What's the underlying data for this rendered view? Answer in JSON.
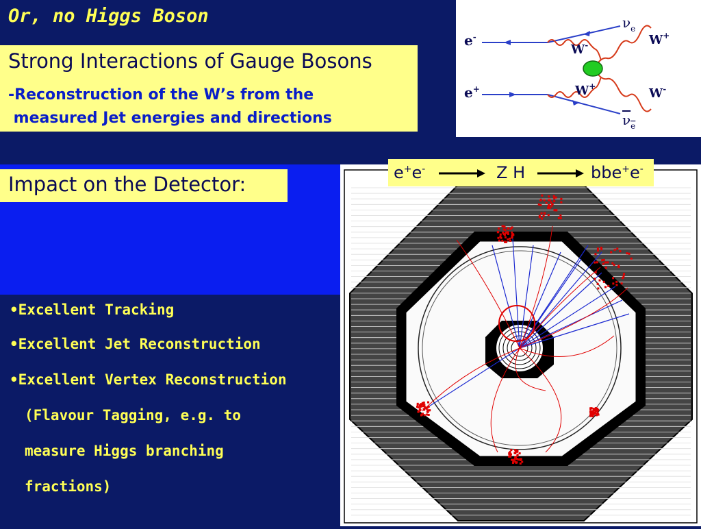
{
  "title": "Or, no Higgs Boson",
  "box1": {
    "heading": "Strong Interactions of Gauge Bosons",
    "line1": "-Reconstruction of the W’s from the",
    "line2": " measured Jet energies and directions"
  },
  "box2": {
    "heading": "Impact on the Detector:"
  },
  "feynman": {
    "e_minus": "e",
    "e_minus_sup": "-",
    "e_plus": "e",
    "e_plus_sup": "+",
    "nu_e": "ν",
    "nu_e_sub": "e",
    "nubar_e": "ν",
    "nubar_e_sub": "e",
    "w_plus_out": "W",
    "w_plus_out_sup": "+",
    "w_minus_out": "W",
    "w_minus_out_sup": "-",
    "w_minus_in": "W",
    "w_minus_in_sup": "-",
    "w_plus_in": "W",
    "w_plus_in_sup": "+"
  },
  "process": {
    "initial": "e",
    "initial_sup1": "+",
    "initial_e": "e",
    "initial_sup2": "-",
    "intermediate": "Z H",
    "final": "bbe",
    "final_sup1": "+",
    "final_e": "e",
    "final_sup2": "-"
  },
  "bullets": {
    "item1": "Excellent Tracking",
    "item2": "Excellent Jet Reconstruction",
    "item3": "Excellent Vertex Reconstruction",
    "item3_cont1": "(Flavour Tagging, e.g. to",
    "item3_cont2": "measure Higgs branching",
    "item3_cont3": "fractions)",
    "bullet_char": "•"
  },
  "colors": {
    "title_yellow": "#ffff55",
    "box_yellow": "#ffff8a",
    "dark_navy": "#0b1a66",
    "bright_blue": "#0a1ef0",
    "track_red": "#e00000",
    "track_blue": "#1a28d0",
    "vertex_green": "#22cc22"
  }
}
